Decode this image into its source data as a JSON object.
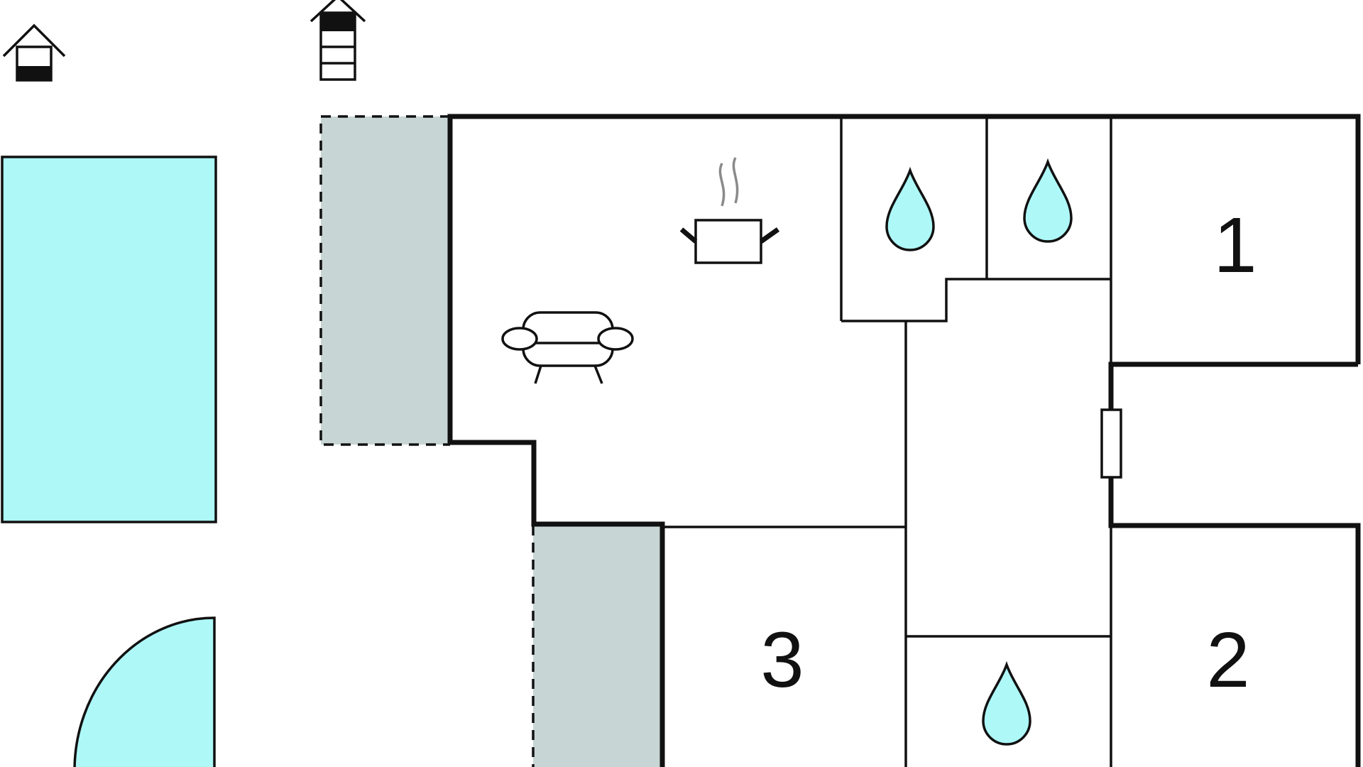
{
  "colors": {
    "water": "#aef8f8",
    "terrace": "#c8d5d5",
    "wall": "#111111",
    "steam": "#8a8a8a",
    "background": "#ffffff"
  },
  "rooms": {
    "bedroom_1": {
      "label": "1"
    },
    "bedroom_2": {
      "label": "2"
    },
    "bedroom_3": {
      "label": "3"
    }
  },
  "icons": [
    "one-storey-house-icon",
    "multi-storey-house-icon",
    "pool",
    "hot-tub",
    "terrace",
    "cooking-pot-icon",
    "sofa-icon",
    "water-drop-icon",
    "door-icon"
  ]
}
